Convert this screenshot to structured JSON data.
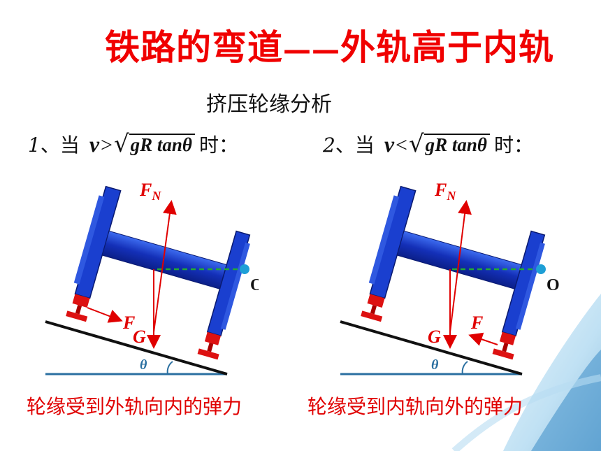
{
  "title": {
    "main": "铁路的弯道",
    "dash": "——",
    "rest": "外轨高于内轨"
  },
  "subtitle": "挤压轮缘分析",
  "conditions": [
    {
      "num": "1",
      "sep": "、当",
      "var": "v",
      "op": ">",
      "radicand": "gR tanθ",
      "tail": "时："
    },
    {
      "num": "2",
      "sep": "、当",
      "var": "v",
      "op": "<",
      "radicand": "gR tanθ",
      "tail": "时："
    }
  ],
  "diagrams": [
    {
      "force_normal": "F",
      "force_normal_sub": "N",
      "force_flange": "F",
      "gravity": "G",
      "center": "O",
      "angle": "θ"
    },
    {
      "force_normal": "F",
      "force_normal_sub": "N",
      "force_flange": "F",
      "gravity": "G",
      "center": "O",
      "angle": "θ"
    }
  ],
  "captions": [
    "轮缘受到外轨向内的弹力",
    "轮缘受到内轨向外的弹力"
  ],
  "colors": {
    "title": "#f00000",
    "force": "#e00000",
    "wheel": "#1a3fcf",
    "ground": "#2a6fa0",
    "dashed": "#22aa33",
    "center_dot": "#1e9fd6"
  }
}
